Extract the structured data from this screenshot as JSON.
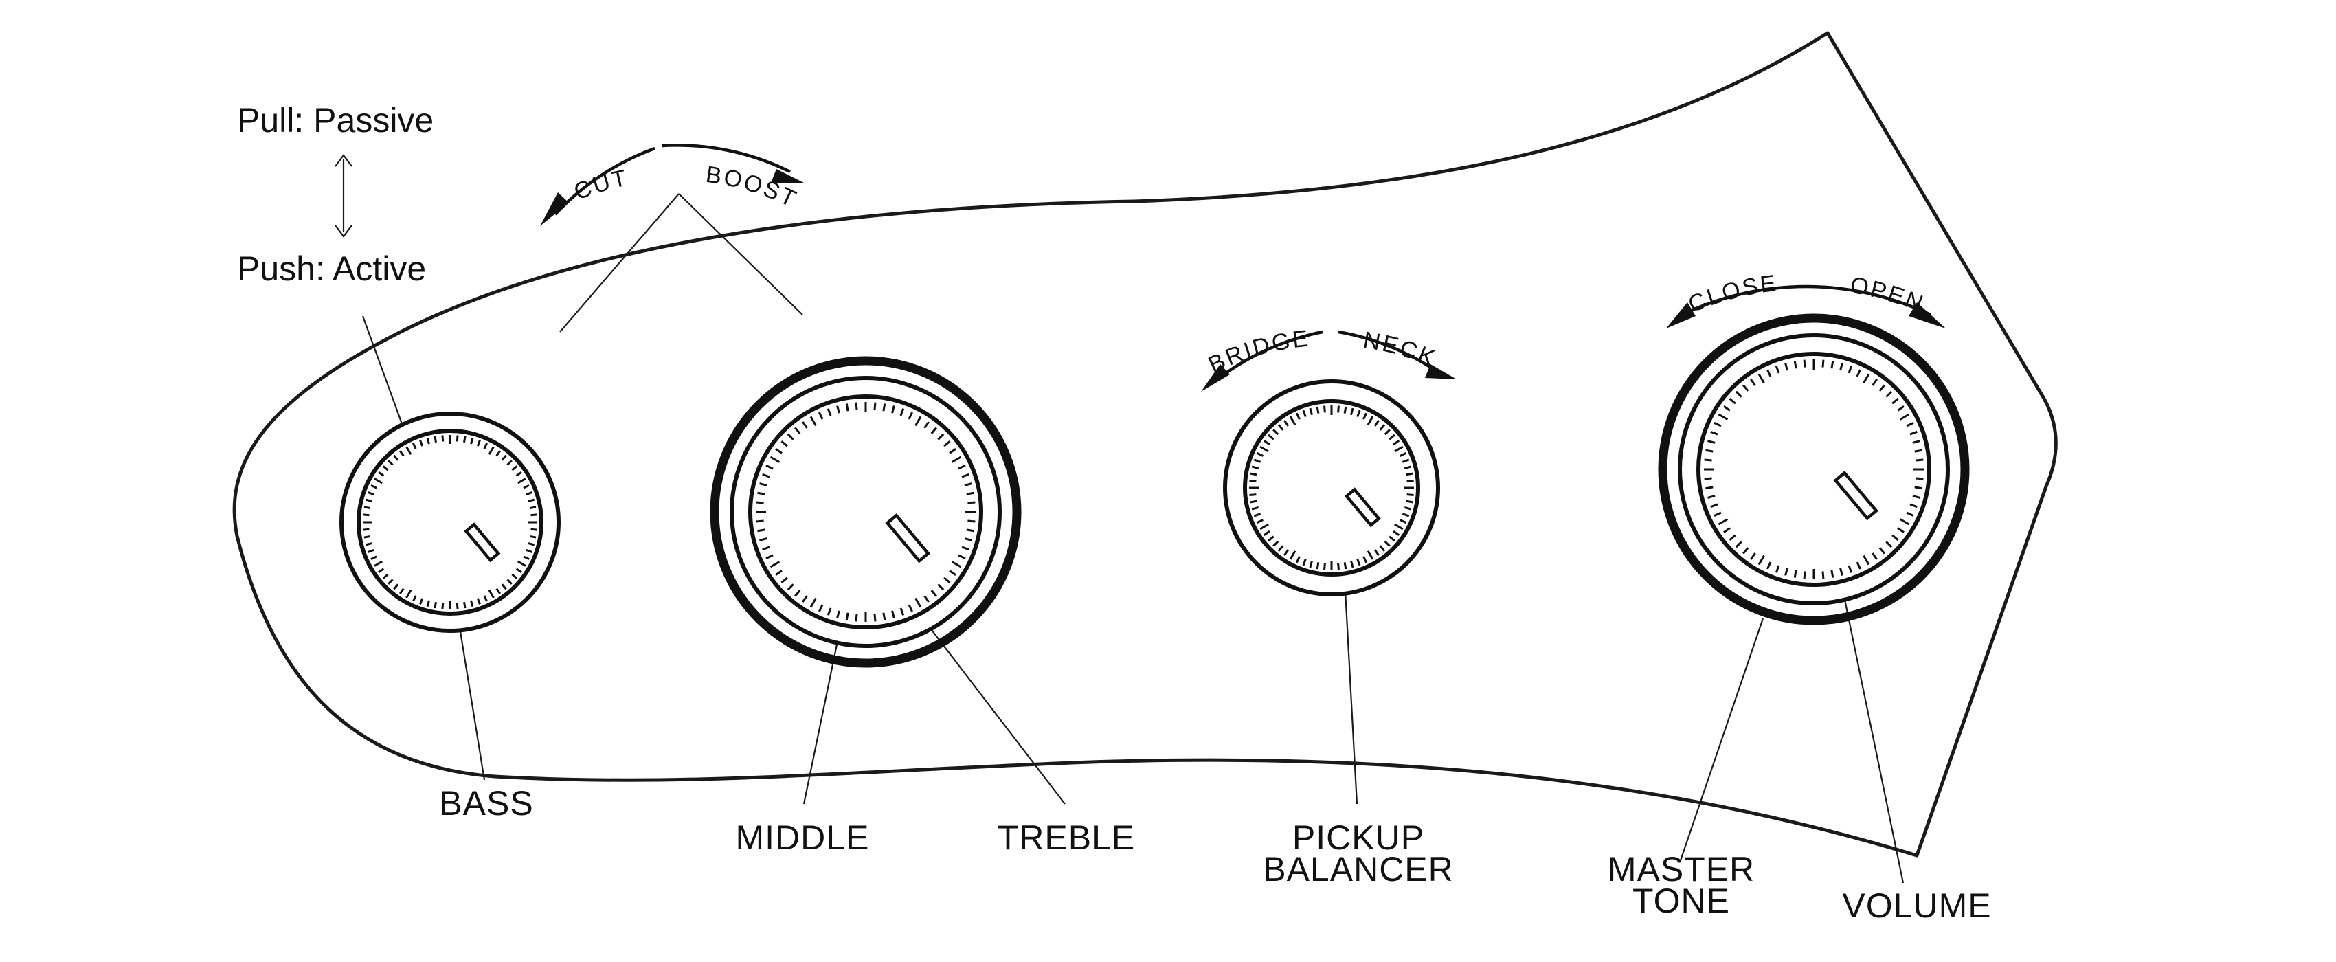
{
  "switch_note": {
    "pull": "Pull: Passive",
    "push": "Push: Active"
  },
  "arc_labels": {
    "cut": "CUT",
    "boost": "BOOST",
    "bridge": "BRIDGE",
    "neck": "NECK",
    "close": "CLOSE",
    "open": "OPEN"
  },
  "knob_labels": {
    "bass": "BASS",
    "middle": "MIDDLE",
    "treble": "TREBLE",
    "pickup_balancer_line1": "PICKUP",
    "pickup_balancer_line2": "BALANCER",
    "master_tone_line1": "MASTER",
    "master_tone_line2": "TONE",
    "volume": "VOLUME"
  }
}
